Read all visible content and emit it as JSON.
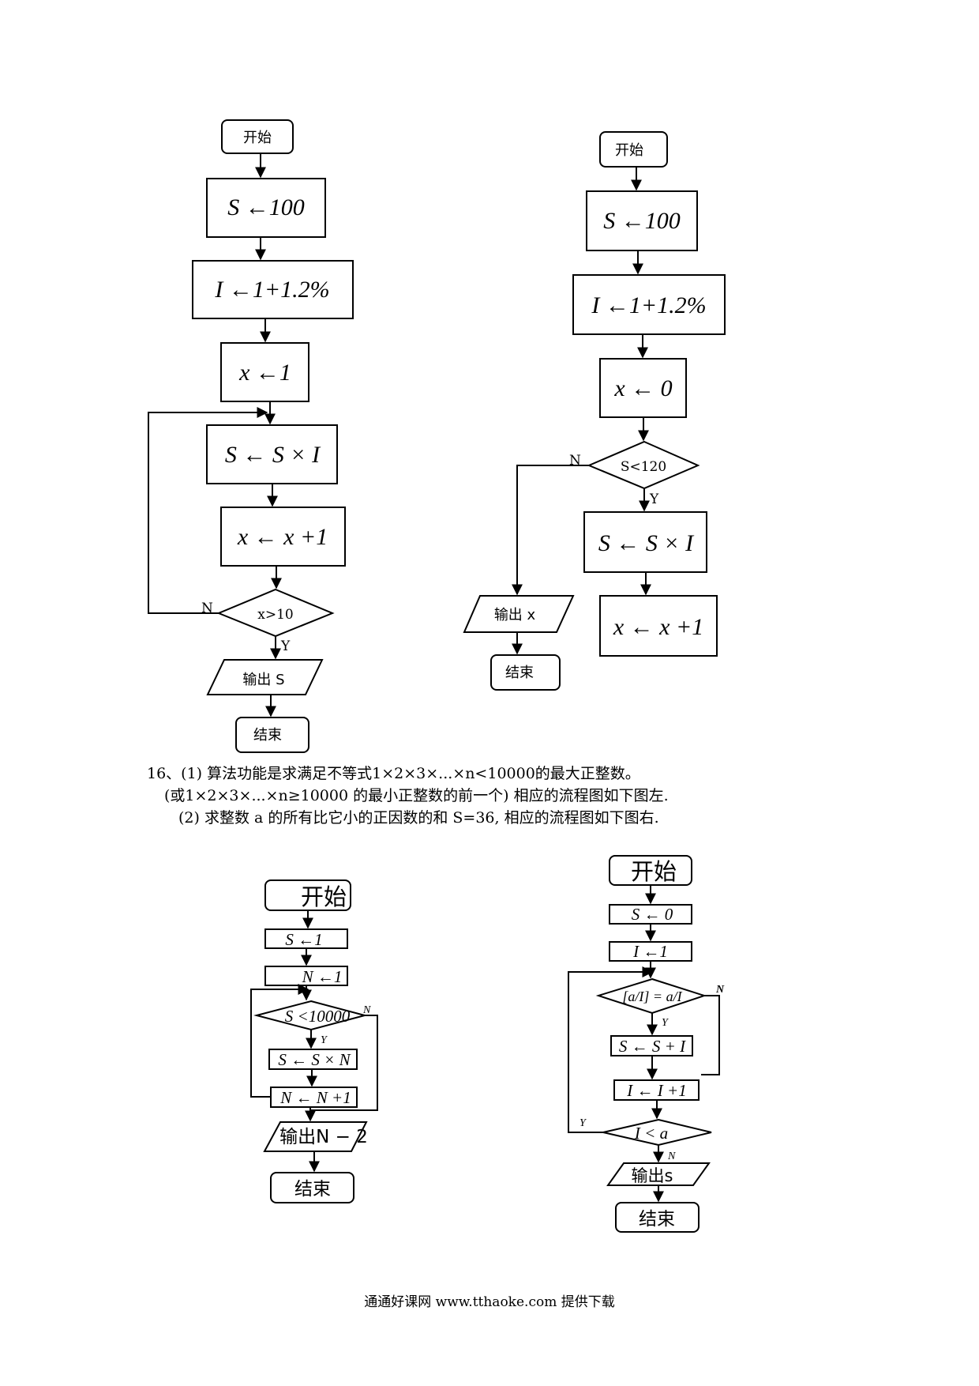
{
  "fig_top_left": {
    "start": "开始",
    "s_init": "S ←100",
    "i_init": "I ←1+1.2%",
    "x_init": "x ←1",
    "s_update": "S ← S × I",
    "x_update": "x ← x +1",
    "condition": "x>10",
    "no_label": "N",
    "yes_label": "Y",
    "output": "输出 S",
    "end": "结束"
  },
  "fig_top_right": {
    "start": "开始",
    "s_init": "S ←100",
    "i_init": "I ←1+1.2%",
    "x_init": "x ← 0",
    "condition": "S<120",
    "no_label": "N",
    "yes_label": "Y",
    "s_update": "S ← S × I",
    "x_update": "x ← x +1",
    "output": "输出 x",
    "end": "结束"
  },
  "text": {
    "line1": "16、(1) 算法功能是求满足不等式1×2×3×...×n<10000的最大正整数。",
    "line2": "(或1×2×3×...×n≥10000 的最小正整数的前一个) 相应的流程图如下图左.",
    "line3": "(2) 求整数 a 的所有比它小的正因数的和 S=36, 相应的流程图如下图右."
  },
  "fig_bottom_left": {
    "start": "开始",
    "s_init": "S ←1",
    "n_init": "N ←1",
    "condition": "S <10000",
    "no_label": "N",
    "yes_label": "Y",
    "s_update": "S ← S × N",
    "n_update": "N ← N +1",
    "output": "输出N − 2",
    "end": "结束"
  },
  "fig_bottom_right": {
    "start": "开始",
    "s_init": "S ← 0",
    "i_init": "I ←1",
    "condition": "[a/I] = a/I",
    "no_label": "N",
    "yes_label": "Y",
    "s_update": "S ← S + I",
    "i_update": "I ← I +1",
    "loop_condition": "I < a",
    "loop_yes_label": "Y",
    "loop_no_label": "N",
    "output": "输出s",
    "end": "结束"
  },
  "footer": "通通好课网 www.tthaoke.com 提供下载"
}
